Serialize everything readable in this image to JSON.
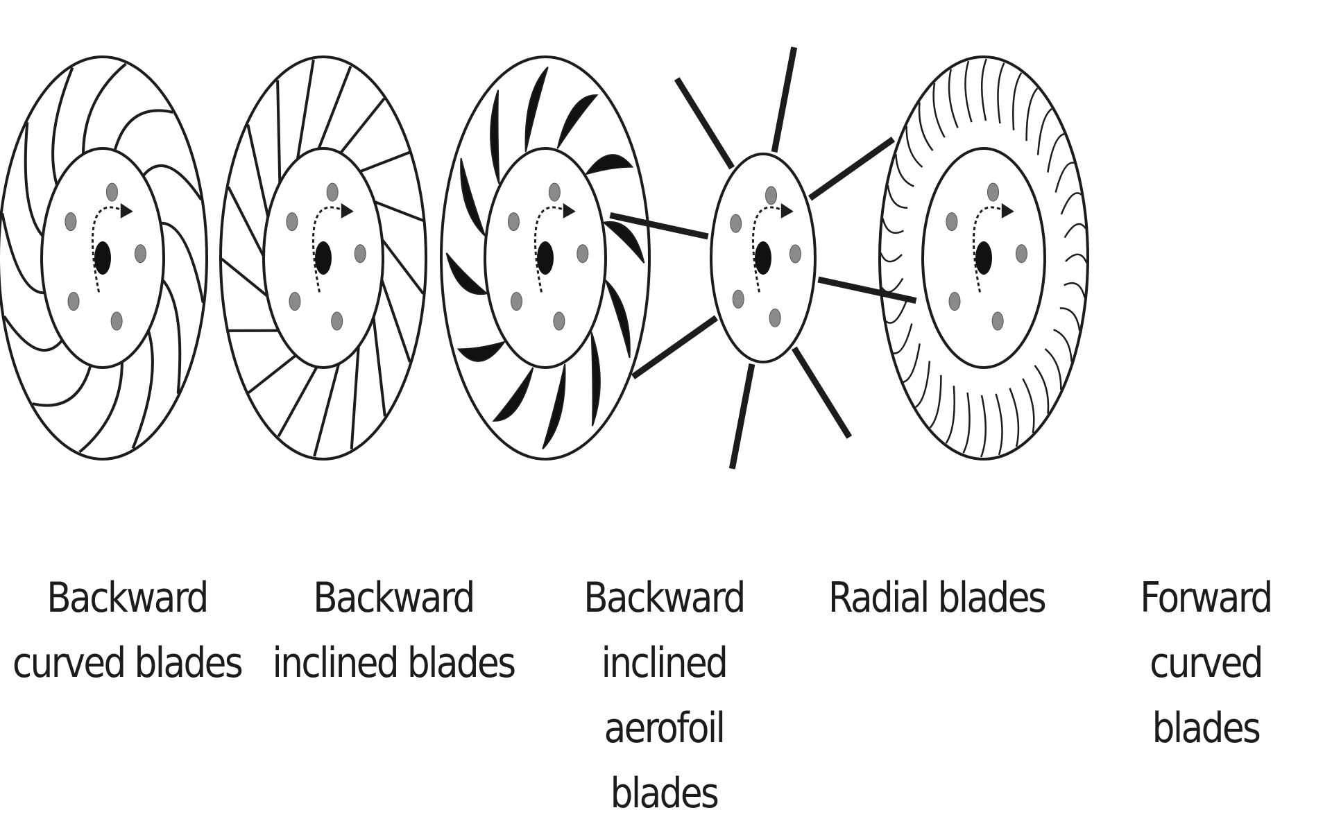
{
  "impellers": [
    {
      "id": "backward-curved",
      "blade_style": "backward-curved",
      "blade_count": 12,
      "caption": [
        "Backward",
        "curved blades"
      ]
    },
    {
      "id": "backward-inclined",
      "blade_style": "backward-inclined",
      "blade_count": 17,
      "caption": [
        "Backward",
        "inclined blades"
      ]
    },
    {
      "id": "backward-inclined-aerofoil",
      "blade_style": "aerofoil",
      "blade_count": 12,
      "caption": [
        "Backward",
        "inclined aerofoil",
        "blades"
      ]
    },
    {
      "id": "radial",
      "blade_style": "radial",
      "blade_count": 8,
      "caption": [
        "Radial blades"
      ]
    },
    {
      "id": "forward-curved",
      "blade_style": "forward-curved",
      "blade_count": 36,
      "caption": [
        "Forward curved",
        "blades"
      ]
    }
  ],
  "colors": {
    "line": "#1c1c1c",
    "bolt": "#8a8a8a",
    "hub": "#111111",
    "background": "#ffffff"
  }
}
